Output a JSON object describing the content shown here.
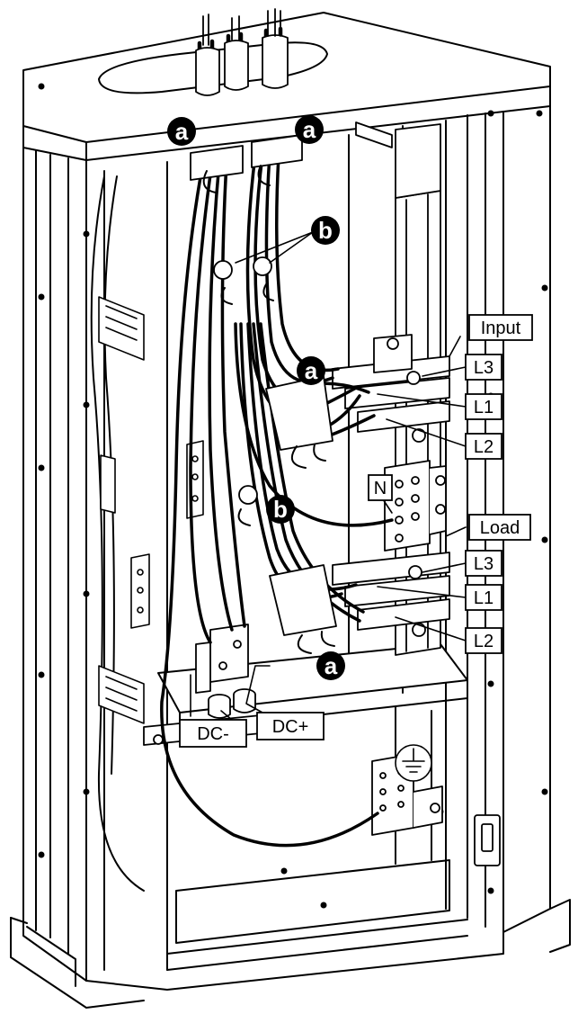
{
  "labels": {
    "input": "Input",
    "load": "Load",
    "in_l3": "L3",
    "in_l1": "L1",
    "in_l2": "L2",
    "neutral": "N",
    "out_l3": "L3",
    "out_l1": "L1",
    "out_l2": "L2",
    "dc_minus": "DC-",
    "dc_plus": "DC+"
  },
  "callouts": {
    "a": "a",
    "b": "b"
  },
  "icons": {
    "ground": "ground-symbol-icon"
  }
}
